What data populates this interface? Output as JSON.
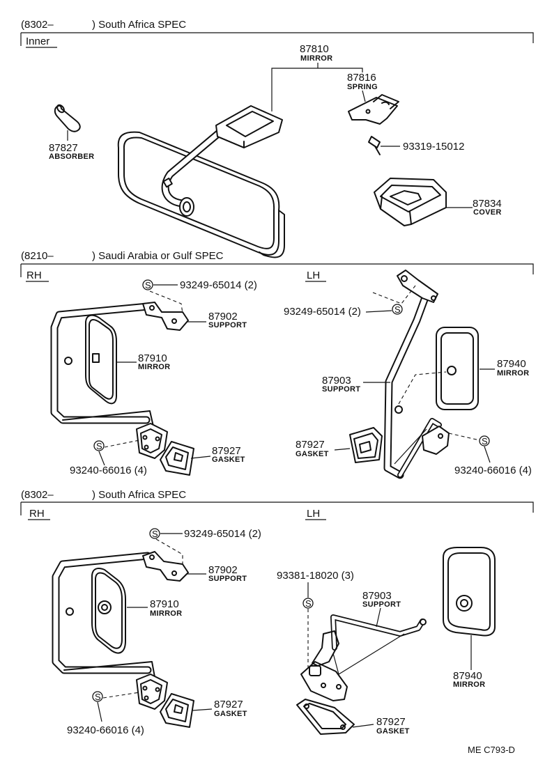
{
  "sections": [
    {
      "code": "(8302–",
      "spec": ") South Africa SPEC",
      "tags": [
        "Inner"
      ]
    },
    {
      "code": "(8210–",
      "spec": ") Saudi Arabia or Gulf SPEC",
      "tags": [
        "RH",
        "LH"
      ]
    },
    {
      "code": "(8302–",
      "spec": ") South Africa SPEC",
      "tags": [
        "RH",
        "LH"
      ]
    }
  ],
  "screw_symbol": "S",
  "parts": {
    "p87810": {
      "number": "87810",
      "name": "MIRROR"
    },
    "p87816": {
      "number": "87816",
      "name": "SPRING"
    },
    "p87827": {
      "number": "87827",
      "name": "ABSORBER"
    },
    "p93319": {
      "number": "93319-15012"
    },
    "p87834": {
      "number": "87834",
      "name": "COVER"
    },
    "s2_93249_rh": {
      "number": "93249-65014 (2)"
    },
    "s2_87902": {
      "number": "87902",
      "name": "SUPPORT"
    },
    "s2_87910": {
      "number": "87910",
      "name": "MIRROR"
    },
    "s2_87927_rh": {
      "number": "87927",
      "name": "GASKET"
    },
    "s2_93240_rh": {
      "number": "93240-66016 (4)"
    },
    "s2_93249_lh": {
      "number": "93249-65014 (2)"
    },
    "s2_87903": {
      "number": "87903",
      "name": "SUPPORT"
    },
    "s2_87940": {
      "number": "87940",
      "name": "MIRROR"
    },
    "s2_87927_lh": {
      "number": "87927",
      "name": "GASKET"
    },
    "s2_93240_lh": {
      "number": "93240-66016 (4)"
    },
    "s3_93249_rh": {
      "number": "93249-65014 (2)"
    },
    "s3_87902": {
      "number": "87902",
      "name": "SUPPORT"
    },
    "s3_87910": {
      "number": "87910",
      "name": "MIRROR"
    },
    "s3_87927_rh": {
      "number": "87927",
      "name": "GASKET"
    },
    "s3_93240_rh": {
      "number": "93240-66016 (4)"
    },
    "s3_93381": {
      "number": "93381-18020 (3)"
    },
    "s3_87903": {
      "number": "87903",
      "name": "SUPPORT"
    },
    "s3_87940": {
      "number": "87940",
      "name": "MIRROR"
    },
    "s3_87927_lh": {
      "number": "87927",
      "name": "GASKET"
    }
  },
  "drawing_code": "ME  C793-D"
}
